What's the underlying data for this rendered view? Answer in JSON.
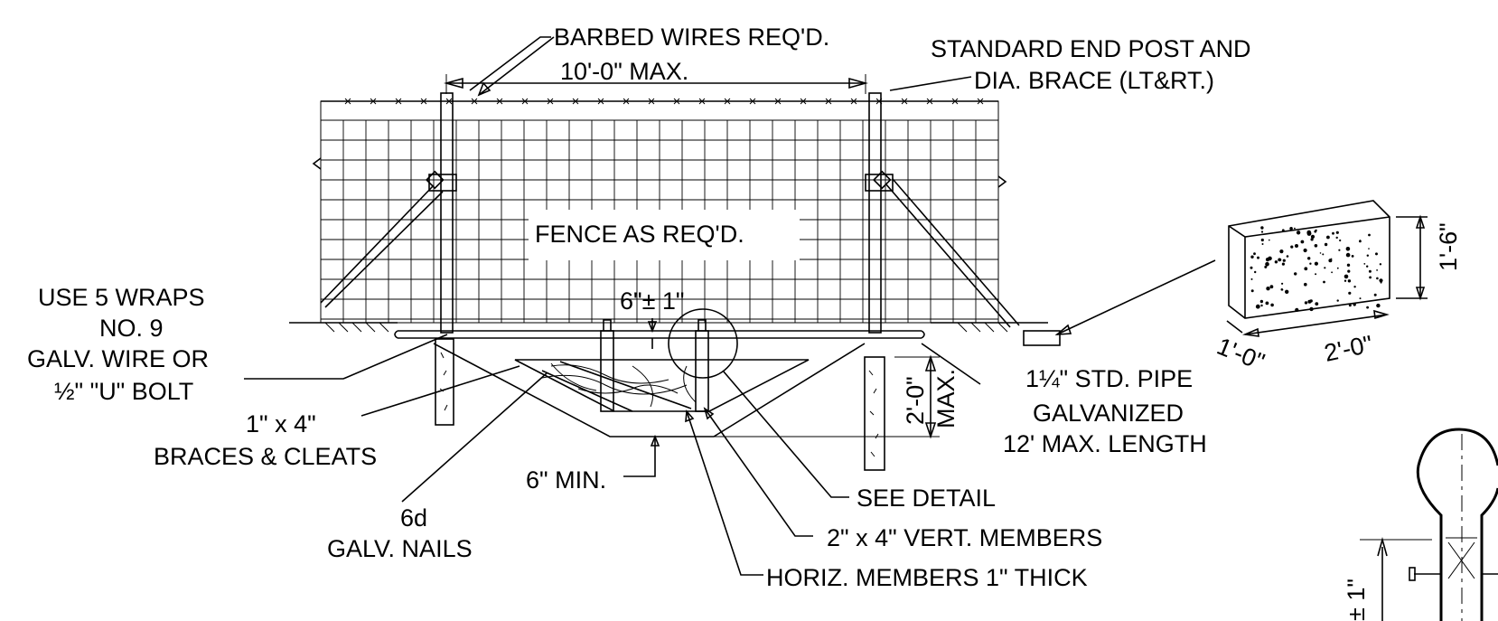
{
  "labels": {
    "barbed_wires": "BARBED WIRES REQ'D.",
    "span_max": "10'-0\" MAX.",
    "end_post_1": "STANDARD END POST AND",
    "end_post_2": "DIA. BRACE (LT&RT.)",
    "fence": "FENCE AS REQ'D.",
    "wraps_1": "USE 5 WRAPS",
    "wraps_2": "NO. 9",
    "wraps_3": "GALV. WIRE OR",
    "wraps_4": "½\" \"U\" BOLT",
    "clearance": "6\"± 1\"",
    "braces_1": "1\" x 4\"",
    "braces_2": "BRACES & CLEATS",
    "pipe_1": "1¼\" STD. PIPE",
    "pipe_2": "GALVANIZED",
    "pipe_3": "12' MAX. LENGTH",
    "depth_1": "2'-0\"",
    "depth_2": "MAX.",
    "min_depth": "6\" MIN.",
    "nails_1": "6d",
    "nails_2": "GALV. NAILS",
    "see_detail": "SEE DETAIL",
    "vert_members": "2\" x 4\" VERT. MEMBERS",
    "horiz_members": "HORIZ. MEMBERS 1\" THICK",
    "block_height": "1'-6\"",
    "block_width": "1'-0\"",
    "block_length": "2'-0\"",
    "detail_dim": "± 1\""
  }
}
